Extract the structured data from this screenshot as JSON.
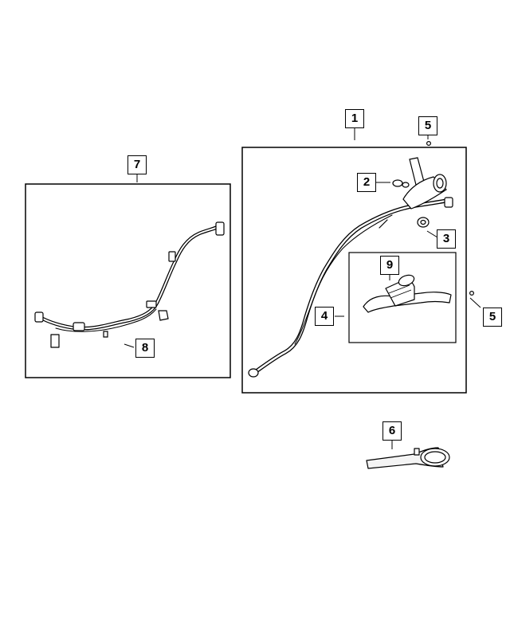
{
  "callouts": {
    "c1": "1",
    "c2": "2",
    "c3": "3",
    "c4": "4",
    "c5a": "5",
    "c5b": "5",
    "c6": "6",
    "c7": "7",
    "c8": "8",
    "c9": "9"
  },
  "colors": {
    "line": "#000000",
    "background": "#ffffff",
    "part_fill": "#f4f4f4"
  }
}
